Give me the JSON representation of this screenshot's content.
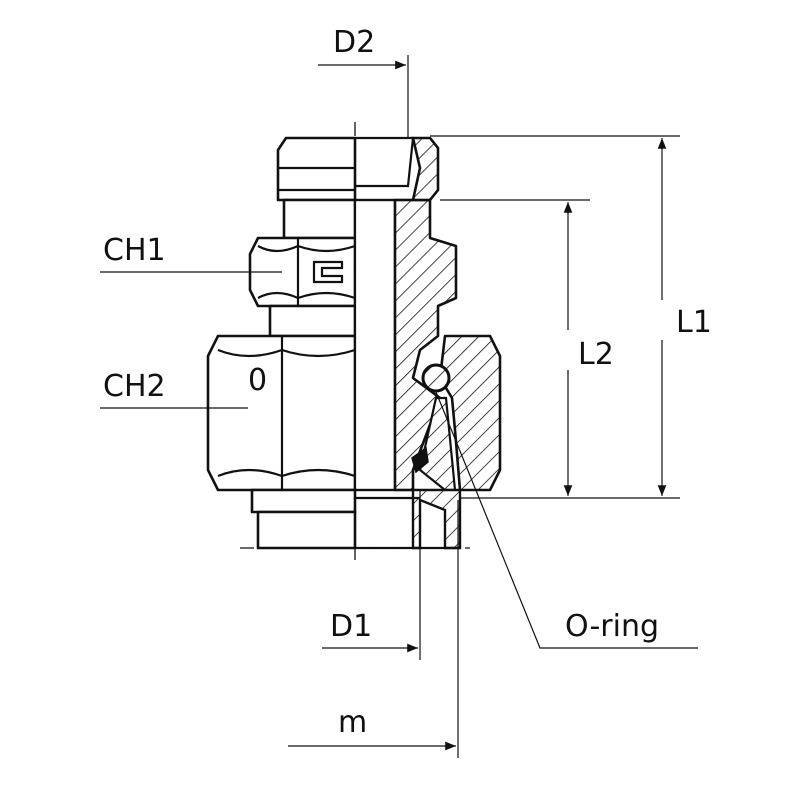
{
  "labels": {
    "d2": "D2",
    "ch1": "CH1",
    "l1": "L1",
    "l2": "L2",
    "ch2": "CH2",
    "d1": "D1",
    "oring": "O-ring",
    "m": "m",
    "hex_mark": "0"
  },
  "colors": {
    "line": "#111111",
    "background": "#ffffff"
  }
}
